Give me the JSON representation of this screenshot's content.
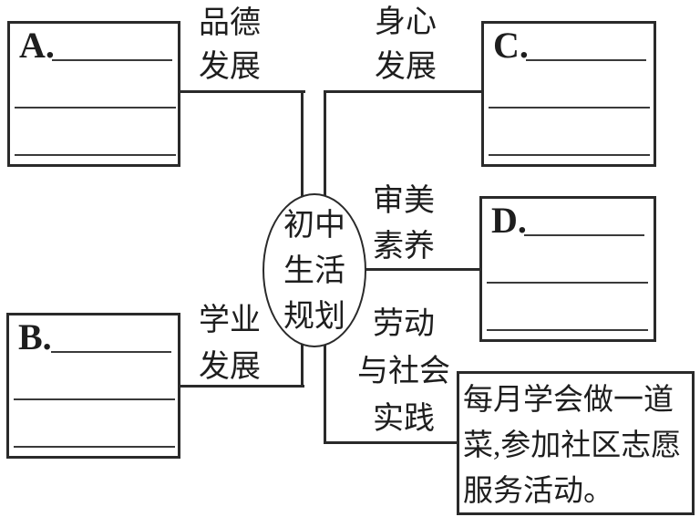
{
  "diagram": {
    "title_semantic": "middle-school life planning mind map",
    "colors": {
      "ink": "#2a2a2a",
      "background": "#ffffff"
    },
    "center": {
      "lines": [
        "初中",
        "生活",
        "规划"
      ]
    },
    "branches": {
      "moral": {
        "label_lines": [
          "品德",
          "发展"
        ]
      },
      "physical": {
        "label_lines": [
          "身心",
          "发展"
        ]
      },
      "aesthetic": {
        "label_lines": [
          "审美",
          "素养"
        ]
      },
      "academic": {
        "label_lines": [
          "学业",
          "发展"
        ]
      },
      "labor": {
        "label_lines": [
          "劳动",
          "与社会",
          "实践"
        ]
      }
    },
    "boxes": {
      "a": {
        "letter": "A."
      },
      "b": {
        "letter": "B."
      },
      "c": {
        "letter": "C."
      },
      "d": {
        "letter": "D."
      }
    },
    "answer_box": {
      "lines": [
        "每月学会做一道",
        "菜,参加社区志愿",
        "服务活动。"
      ]
    }
  }
}
